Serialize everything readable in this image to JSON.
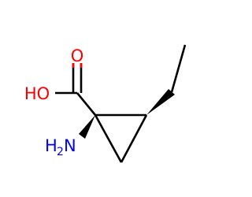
{
  "molecule": {
    "atoms": {
      "carbonyl_oxygen": "O",
      "hydroxyl": "HO",
      "amine_h": "H",
      "amine_h_count": "2",
      "amine_n": "N"
    },
    "colors": {
      "bond": "#000000",
      "oxygen": "#ff0000",
      "nitrogen": "#0000ff"
    }
  }
}
